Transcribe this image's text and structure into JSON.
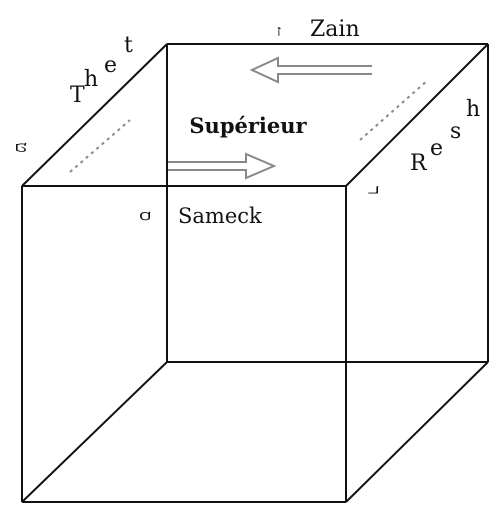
{
  "diagram": {
    "top_face_title": "Supérieur",
    "edge_labels": {
      "back": "Zain",
      "front": "Sameck",
      "left_base": "T",
      "left_sup1": "h",
      "left_sup2": "e",
      "left_sup3": "t",
      "right_base": "R",
      "right_sup1": "e",
      "right_sup2": "s",
      "right_sup3": "h"
    },
    "glyphs": {
      "back": "ז",
      "front": "ס",
      "left": "ט",
      "right": "ר"
    },
    "colors": {
      "line": "#111111",
      "arrow": "#888888",
      "background": "#ffffff"
    }
  }
}
